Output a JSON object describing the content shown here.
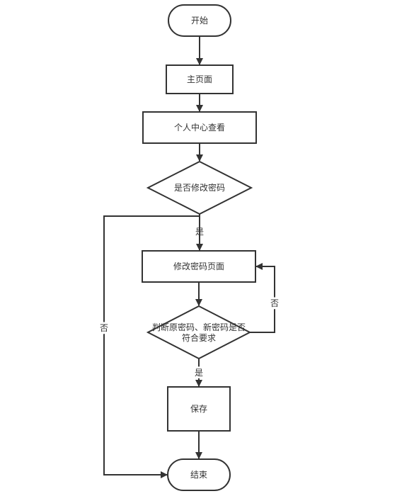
{
  "nodes": {
    "start": "开始",
    "home": "主页面",
    "profile": "个人中心查看",
    "decision_change": "是否修改密码",
    "change_page": "修改密码页面",
    "decision_check_line1": "判断原密码、新密码是否",
    "decision_check_line2": "符合要求",
    "save": "保存",
    "end": "结束"
  },
  "edge_labels": {
    "yes_change": "是",
    "no_change": "否",
    "yes_check": "是",
    "no_check": "否"
  }
}
